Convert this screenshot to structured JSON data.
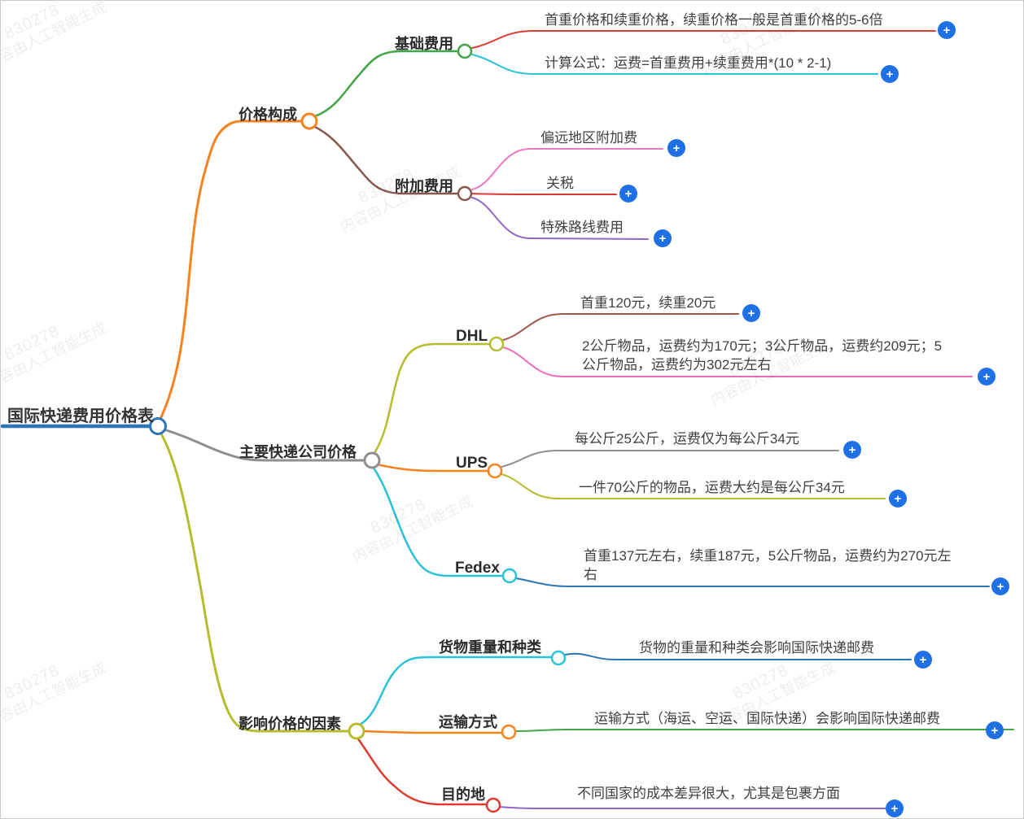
{
  "watermark": {
    "line1": "830278",
    "line2": "内容由人工智能生成"
  },
  "icons": {
    "plus": "+"
  },
  "colors": {
    "root_blue": "#2e75b6",
    "orange": "#f8821e",
    "green": "#42a548",
    "red": "#e03a30",
    "cyan": "#29c2d8",
    "brown": "#87584e",
    "pink": "#ee79c3",
    "dark_red": "#d93a32",
    "purple": "#9168c5",
    "gray": "#8f8f8f",
    "olive": "#b6bd2d",
    "brick": "#a0584e",
    "magenta_pink": "#f06ab8",
    "leaf_blue": "#2e75b6",
    "plus_badge": "#1f6fe5"
  },
  "mindmap": {
    "root": {
      "label": "国际快递费用价格表",
      "color": "#2e75b6"
    },
    "branches": [
      {
        "label": "价格构成",
        "color": "#f8821e",
        "children": [
          {
            "label": "基础费用",
            "color": "#42a548",
            "children": [
              {
                "label": "首重价格和续重价格，续重价格一般是首重价格的5-6倍",
                "color": "#e03a30"
              },
              {
                "label": "计算公式：运费=首重费用+续重费用*(10 * 2-1)",
                "color": "#29c2d8"
              }
            ]
          },
          {
            "label": "附加费用",
            "color": "#87584e",
            "children": [
              {
                "label": "偏远地区附加费",
                "color": "#ee79c3"
              },
              {
                "label": "关税",
                "color": "#d93a32"
              },
              {
                "label": "特殊路线费用",
                "color": "#9168c5"
              }
            ]
          }
        ]
      },
      {
        "label": "主要快递公司价格",
        "color": "#8f8f8f",
        "children": [
          {
            "label": "DHL",
            "color": "#b6bd2d",
            "children": [
              {
                "label": "首重120元，续重20元",
                "color": "#a0584e"
              },
              {
                "label": "2公斤物品，运费约为170元；3公斤物品，运费约209元；5公斤物品，运费约为302元左右",
                "color": "#f06ab8"
              }
            ]
          },
          {
            "label": "UPS",
            "color": "#f8821e",
            "children": [
              {
                "label": "每公斤25公斤，运费仅为每公斤34元",
                "color": "#8f8f8f"
              },
              {
                "label": "一件70公斤的物品，运费大约是每公斤34元",
                "color": "#b6bd2d"
              }
            ]
          },
          {
            "label": "Fedex",
            "color": "#29c2d8",
            "children": [
              {
                "label": "首重137元左右，续重187元，5公斤物品，运费约为270元左右",
                "color": "#2e75b6"
              }
            ]
          }
        ]
      },
      {
        "label": "影响价格的因素",
        "color": "#b6bd2d",
        "children": [
          {
            "label": "货物重量和种类",
            "color": "#29c2d8",
            "children": [
              {
                "label": "货物的重量和种类会影响国际快递邮费",
                "color": "#2e75b6"
              }
            ]
          },
          {
            "label": "运输方式",
            "color": "#f8821e",
            "children": [
              {
                "label": "运输方式（海运、空运、国际快递）会影响国际快递邮费",
                "color": "#42a548"
              }
            ]
          },
          {
            "label": "目的地",
            "color": "#e03a30",
            "children": [
              {
                "label": "不同国家的成本差异很大，尤其是包裹方面",
                "color": "#9168c5"
              }
            ]
          }
        ]
      }
    ]
  }
}
